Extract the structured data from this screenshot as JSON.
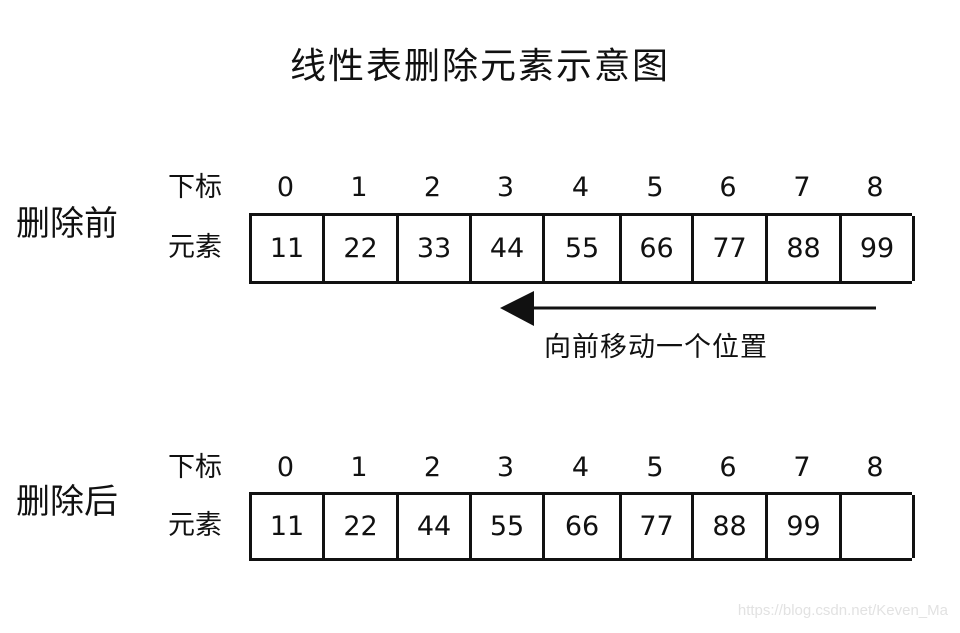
{
  "title": "线性表删除元素示意图",
  "before": {
    "section_label": "删除前",
    "index_label": "下标",
    "element_label": "元素",
    "indices": [
      "0",
      "1",
      "2",
      "3",
      "4",
      "5",
      "6",
      "7",
      "8"
    ],
    "values": [
      "11",
      "22",
      "33",
      "44",
      "55",
      "66",
      "77",
      "88",
      "99"
    ]
  },
  "arrow": {
    "direction": "left",
    "label": "向前移动一个位置"
  },
  "after": {
    "section_label": "删除后",
    "index_label": "下标",
    "element_label": "元素",
    "indices": [
      "0",
      "1",
      "2",
      "3",
      "4",
      "5",
      "6",
      "7",
      "8"
    ],
    "values": [
      "11",
      "22",
      "44",
      "55",
      "66",
      "77",
      "88",
      "99",
      ""
    ]
  },
  "watermark": "https://blog.csdn.net/Keven_Ma",
  "colors": {
    "ink": "#111111",
    "background": "#ffffff",
    "watermark": "#e2e2e2"
  }
}
